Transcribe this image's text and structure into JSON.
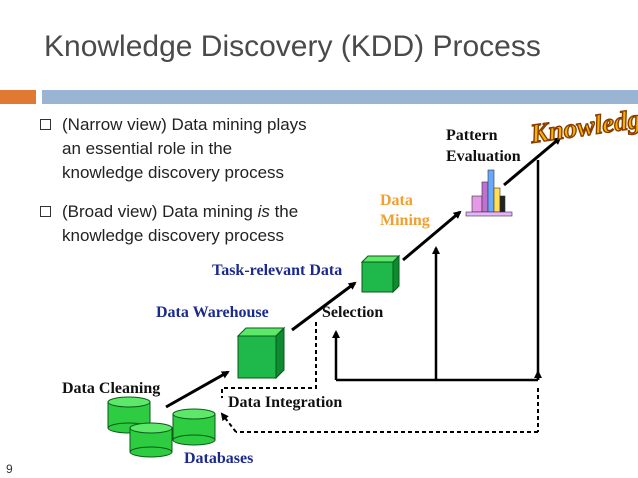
{
  "slide": {
    "title": "Knowledge Discovery (KDD) Process",
    "page_number": "9"
  },
  "bullets": [
    {
      "line1": "(Narrow view) Data mining plays",
      "line2": "an essential role in the",
      "line3": "knowledge discovery process"
    },
    {
      "line1_pre": "(Broad view) Data mining ",
      "line1_em": "is",
      "line1_post": " the",
      "line2": "knowledge discovery process"
    }
  ],
  "diagram": {
    "labels": {
      "data_cleaning": "Data Cleaning",
      "databases": "Databases",
      "data_integration": "Data Integration",
      "data_warehouse": "Data Warehouse",
      "selection": "Selection",
      "task_relevant_data": "Task-relevant Data",
      "data_mining_1": "Data",
      "data_mining_2": "Mining",
      "pattern_evaluation_1": "Pattern",
      "pattern_evaluation_2": "Evaluation",
      "knowledge": "Knowledge"
    },
    "colors": {
      "db_green": "#2ecc40",
      "cube_green": "#1fb84a",
      "label_blue": "#1c2a8c",
      "label_orange": "#f0a030",
      "knowledge_gold": "#f4b400",
      "knowledge_outline": "#8a3b00"
    }
  }
}
